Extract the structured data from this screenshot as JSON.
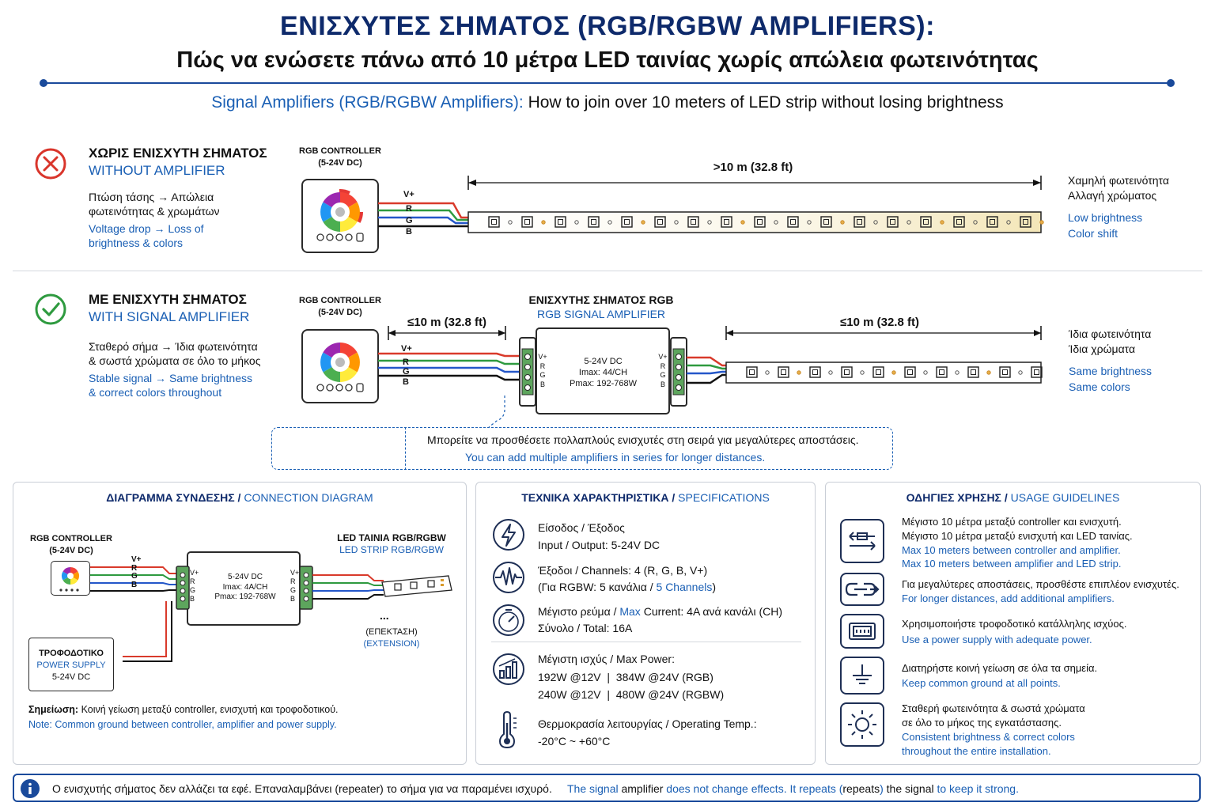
{
  "header": {
    "title_gr": "ΕΝΙΣΧΥΤΕΣ ΣΗΜΑΤΟΣ (RGB/RGBW AMPLIFIERS):",
    "subtitle_gr": "Πώς να ενώσετε πάνω από 10 μέτρα LED ταινίας χωρίς απώλεια φωτεινότητας",
    "title_en_blue": "Signal Amplifiers (RGB/RGBW Amplifiers):",
    "title_en_black": "How to join over 10 meters of LED strip without losing brightness"
  },
  "colors": {
    "navy": "#0e2a6b",
    "blue": "#1a5fb4",
    "red": "#d9352b",
    "green": "#2e9a3f",
    "wire_red": "#d93a2b",
    "wire_green": "#2e9a3f",
    "wire_blue": "#2457c9"
  },
  "without": {
    "icon": "x-circle-icon",
    "head_gr": "ΧΩΡΙΣ ΕΝΙΣΧΥΤΗ ΣΗΜΑΤΟΣ",
    "head_en": "WITHOUT AMPLIFIER",
    "desc_gr_1": "Πτώση τάσης → Απώλεια",
    "desc_gr_2": "φωτεινότητας & χρωμάτων",
    "desc_en_1": "Voltage drop → Loss of",
    "desc_en_2": "brightness & colors",
    "controller_1": "RGB CONTROLLER",
    "controller_2": "(5-24V DC)",
    "distance": ">10 m (32.8 ft)",
    "res_gr_1": "Χαμηλή φωτεινότητα",
    "res_gr_2": "Αλλαγή χρώματος",
    "res_en_1": "Low brightness",
    "res_en_2": "Color shift"
  },
  "with": {
    "icon": "check-circle-icon",
    "head_gr": "ΜΕ ΕΝΙΣΧΥΤΗ ΣΗΜΑΤΟΣ",
    "head_en": "WITH SIGNAL AMPLIFIER",
    "desc_gr_1": "Σταθερό σήμα → Ίδια φωτεινότητα",
    "desc_gr_2": "& σωστά χρώματα σε όλο το μήκος",
    "desc_en_1": "Stable signal → Same brightness",
    "desc_en_2": "& correct colors throughout",
    "controller_1": "RGB CONTROLLER",
    "controller_2": "(5-24V DC)",
    "distance_1": "≤10 m (32.8 ft)",
    "distance_2": "≤10 m (32.8 ft)",
    "amp_head_gr": "ΕΝΙΣΧΥΤΗΣ ΣΗΜΑΤΟΣ RGB",
    "amp_head_en": "RGB SIGNAL AMPLIFIER",
    "amp_v": "5-24V DC",
    "amp_i": "Imax: 44/CH",
    "amp_p": "Pmax: 192-768W",
    "res_gr_1": "Ίδια φωτεινότητα",
    "res_gr_2": "Ίδια χρώματα",
    "res_en_1": "Same brightness",
    "res_en_2": "Same colors",
    "note_gr": "Μπορείτε να προσθέσετε πολλαπλούς ενισχυτές στη σειρά για μεγαλύτερες αποστάσεις.",
    "note_en": "You can add multiple amplifiers in series for longer distances."
  },
  "wires": {
    "v": "V+",
    "r": "R",
    "g": "G",
    "b": "B"
  },
  "connection": {
    "title_gr": "ΔΙΑΓΡΑΜΜΑ ΣΥΝΔΕΣΗΣ",
    "title_en": "CONNECTION DIAGRAM",
    "sep": " / ",
    "controller_1": "RGB CONTROLLER",
    "controller_2": "(5-24V DC)",
    "strip_gr": "LED ΤΑΙΝΙΑ RGB/RGBW",
    "strip_en": "LED STRIP RGB/RGBW",
    "amp_v": "5-24V DC",
    "amp_i": "Imax: 4A/CH",
    "amp_p": "Pmax: 192-768W",
    "dots": "...",
    "ext_gr": "(ΕΠΕΚΤΑΣΗ)",
    "ext_en": "(EXTENSION)",
    "psu_gr": "ΤΡΟΦΟΔΟΤΙΚΟ",
    "psu_en": "POWER SUPPLY",
    "psu_v": "5-24V DC",
    "note_label": "Σημείωση:",
    "note_gr": "Κοινή γείωση μεταξύ controller, ενισχυτή και τροφοδοτικού.",
    "note_en_label": "Note:",
    "note_en": "Common ground between controller, amplifier and power supply."
  },
  "specs": {
    "title_gr": "ΤΕΧΝΙΚΑ ΧΑΡΑΚΤΗΡΙΣΤΙΚΑ",
    "title_en": "SPECIFICATIONS",
    "items": [
      {
        "icon": "lightning-icon",
        "l1a": "Είσοδος / Έξοδος",
        "l2": "Input / Output: 5-24V DC"
      },
      {
        "icon": "waveform-icon",
        "l1a": "Έξοδοι",
        "l1b": " / Channels: 4 (R, G, B, V+)",
        "l2a": "(Για RGBW: 5 κανάλια / ",
        "l2b": "5 Channels",
        "l2c": ")"
      },
      {
        "icon": "gauge-icon",
        "l1a": "Μέγιστο ρεύμα",
        "l1b": " / ",
        "l1c": "Max",
        "l1d": " Current: 4A ανά κανάλι (CH)",
        "l2": "Σύνολο / Total: 16A"
      },
      {
        "icon": "power-chart-icon",
        "l1a": "Μέγιστη ισχύς",
        "l1b": " / Max Power:",
        "l2": "192W @12V  |  384W @24V (RGB)",
        "l3": "240W @12V  |  480W @24V (RGBW)"
      },
      {
        "icon": "thermometer-icon",
        "l1a": "Θερμοκρασία λειτουργίας",
        "l1b": " / Operating Temp.:",
        "l2": "-20°C ~ +60°C"
      }
    ]
  },
  "guidelines": {
    "title_gr": "ΟΔΗΓΙΕΣ ΧΡΗΣΗΣ",
    "title_en": "USAGE GUIDELINES",
    "items": [
      {
        "icon": "distance-arrows-icon",
        "gr1": "Μέγιστο 10 μέτρα μεταξύ controller και ενισχυτή.",
        "gr2": "Μέγιστο 10 μέτρα μεταξύ ενισχυτή και LED ταινίας.",
        "en1": "Max 10 meters between controller and amplifier.",
        "en2": "Max 10 meters between amplifier and LED strip."
      },
      {
        "icon": "chain-amplifier-icon",
        "gr1": "Για μεγαλύτερες αποστάσεις, προσθέστε επιπλέον ενισχυτές.",
        "en1": "For longer distances, add additional amplifiers."
      },
      {
        "icon": "power-supply-icon",
        "gr1": "Χρησιμοποιήστε τροφοδοτικό κατάλληλης ισχύος.",
        "en1": "Use a power supply with adequate power."
      },
      {
        "icon": "ground-icon",
        "gr1": "Διατηρήστε κοινή γείωση σε όλα τα σημεία.",
        "en1": "Keep common ground at all points."
      },
      {
        "icon": "sun-brightness-icon",
        "gr1": "Σταθερή φωτεινότητα & σωστά χρώματα",
        "gr2": "σε όλο το μήκος της εγκατάστασης.",
        "en1": "Consistent brightness & correct colors",
        "en2": "throughout the entire installation."
      }
    ]
  },
  "infobar": {
    "icon": "info-icon",
    "gr": "Ο ενισχυτής σήματος δεν αλλάζει τα εφέ. Επαναλαμβάνει (repeater) το σήμα για να παραμένει ισχυρό.",
    "en_a": "The signal ",
    "en_b": "amplifier",
    "en_c": " does not change effects. It repeats (",
    "en_d": "repeats",
    "en_e": ") ",
    "en_f": "the signal",
    "en_g": " to keep it strong."
  }
}
